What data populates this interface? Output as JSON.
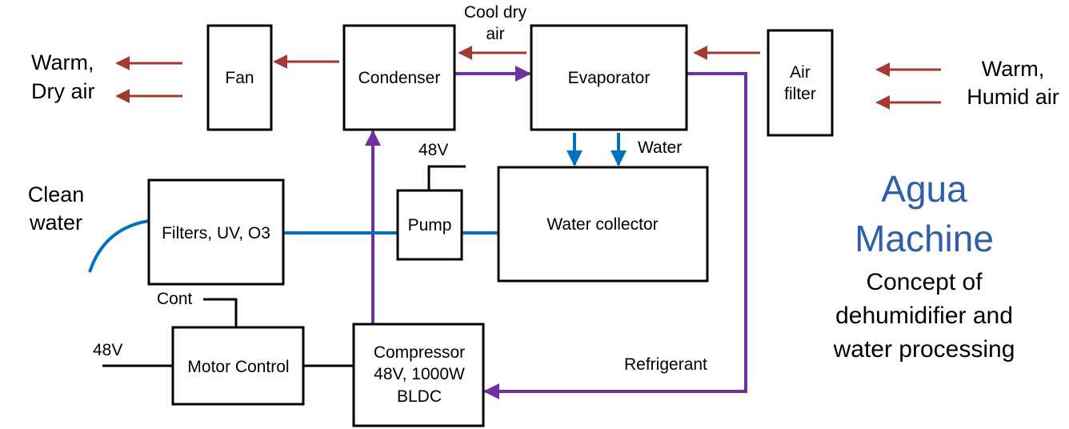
{
  "components": {
    "fan": "Fan",
    "condenser": "Condenser",
    "evaporator": "Evaporator",
    "air_filter_line1": "Air",
    "air_filter_line2": "filter",
    "filters": "Filters, UV, O3",
    "pump": "Pump",
    "water_collector": "Water collector",
    "motor_control": "Motor Control",
    "compressor_line1": "Compressor",
    "compressor_line2": "48V, 1000W",
    "compressor_line3": "BLDC"
  },
  "flow_labels": {
    "warm_dry_line1": "Warm,",
    "warm_dry_line2": "Dry air",
    "warm_humid_line1": "Warm,",
    "warm_humid_line2": "Humid air",
    "cool_dry_line1": "Cool dry",
    "cool_dry_line2": "air",
    "water": "Water",
    "pump_voltage": "48V",
    "clean_water_line1": "Clean",
    "clean_water_line2": "water",
    "cont": "Cont",
    "motor_voltage": "48V",
    "refrigerant": "Refrigerant"
  },
  "title": {
    "line1": "Agua",
    "line2": "Machine",
    "sub1": "Concept of",
    "sub2": "dehumidifier and",
    "sub3": "water processing"
  },
  "colors": {
    "air_flow": "#a23b2e",
    "refrigerant": "#7030a0",
    "water": "#0070c0",
    "title": "#2e5fa8"
  }
}
